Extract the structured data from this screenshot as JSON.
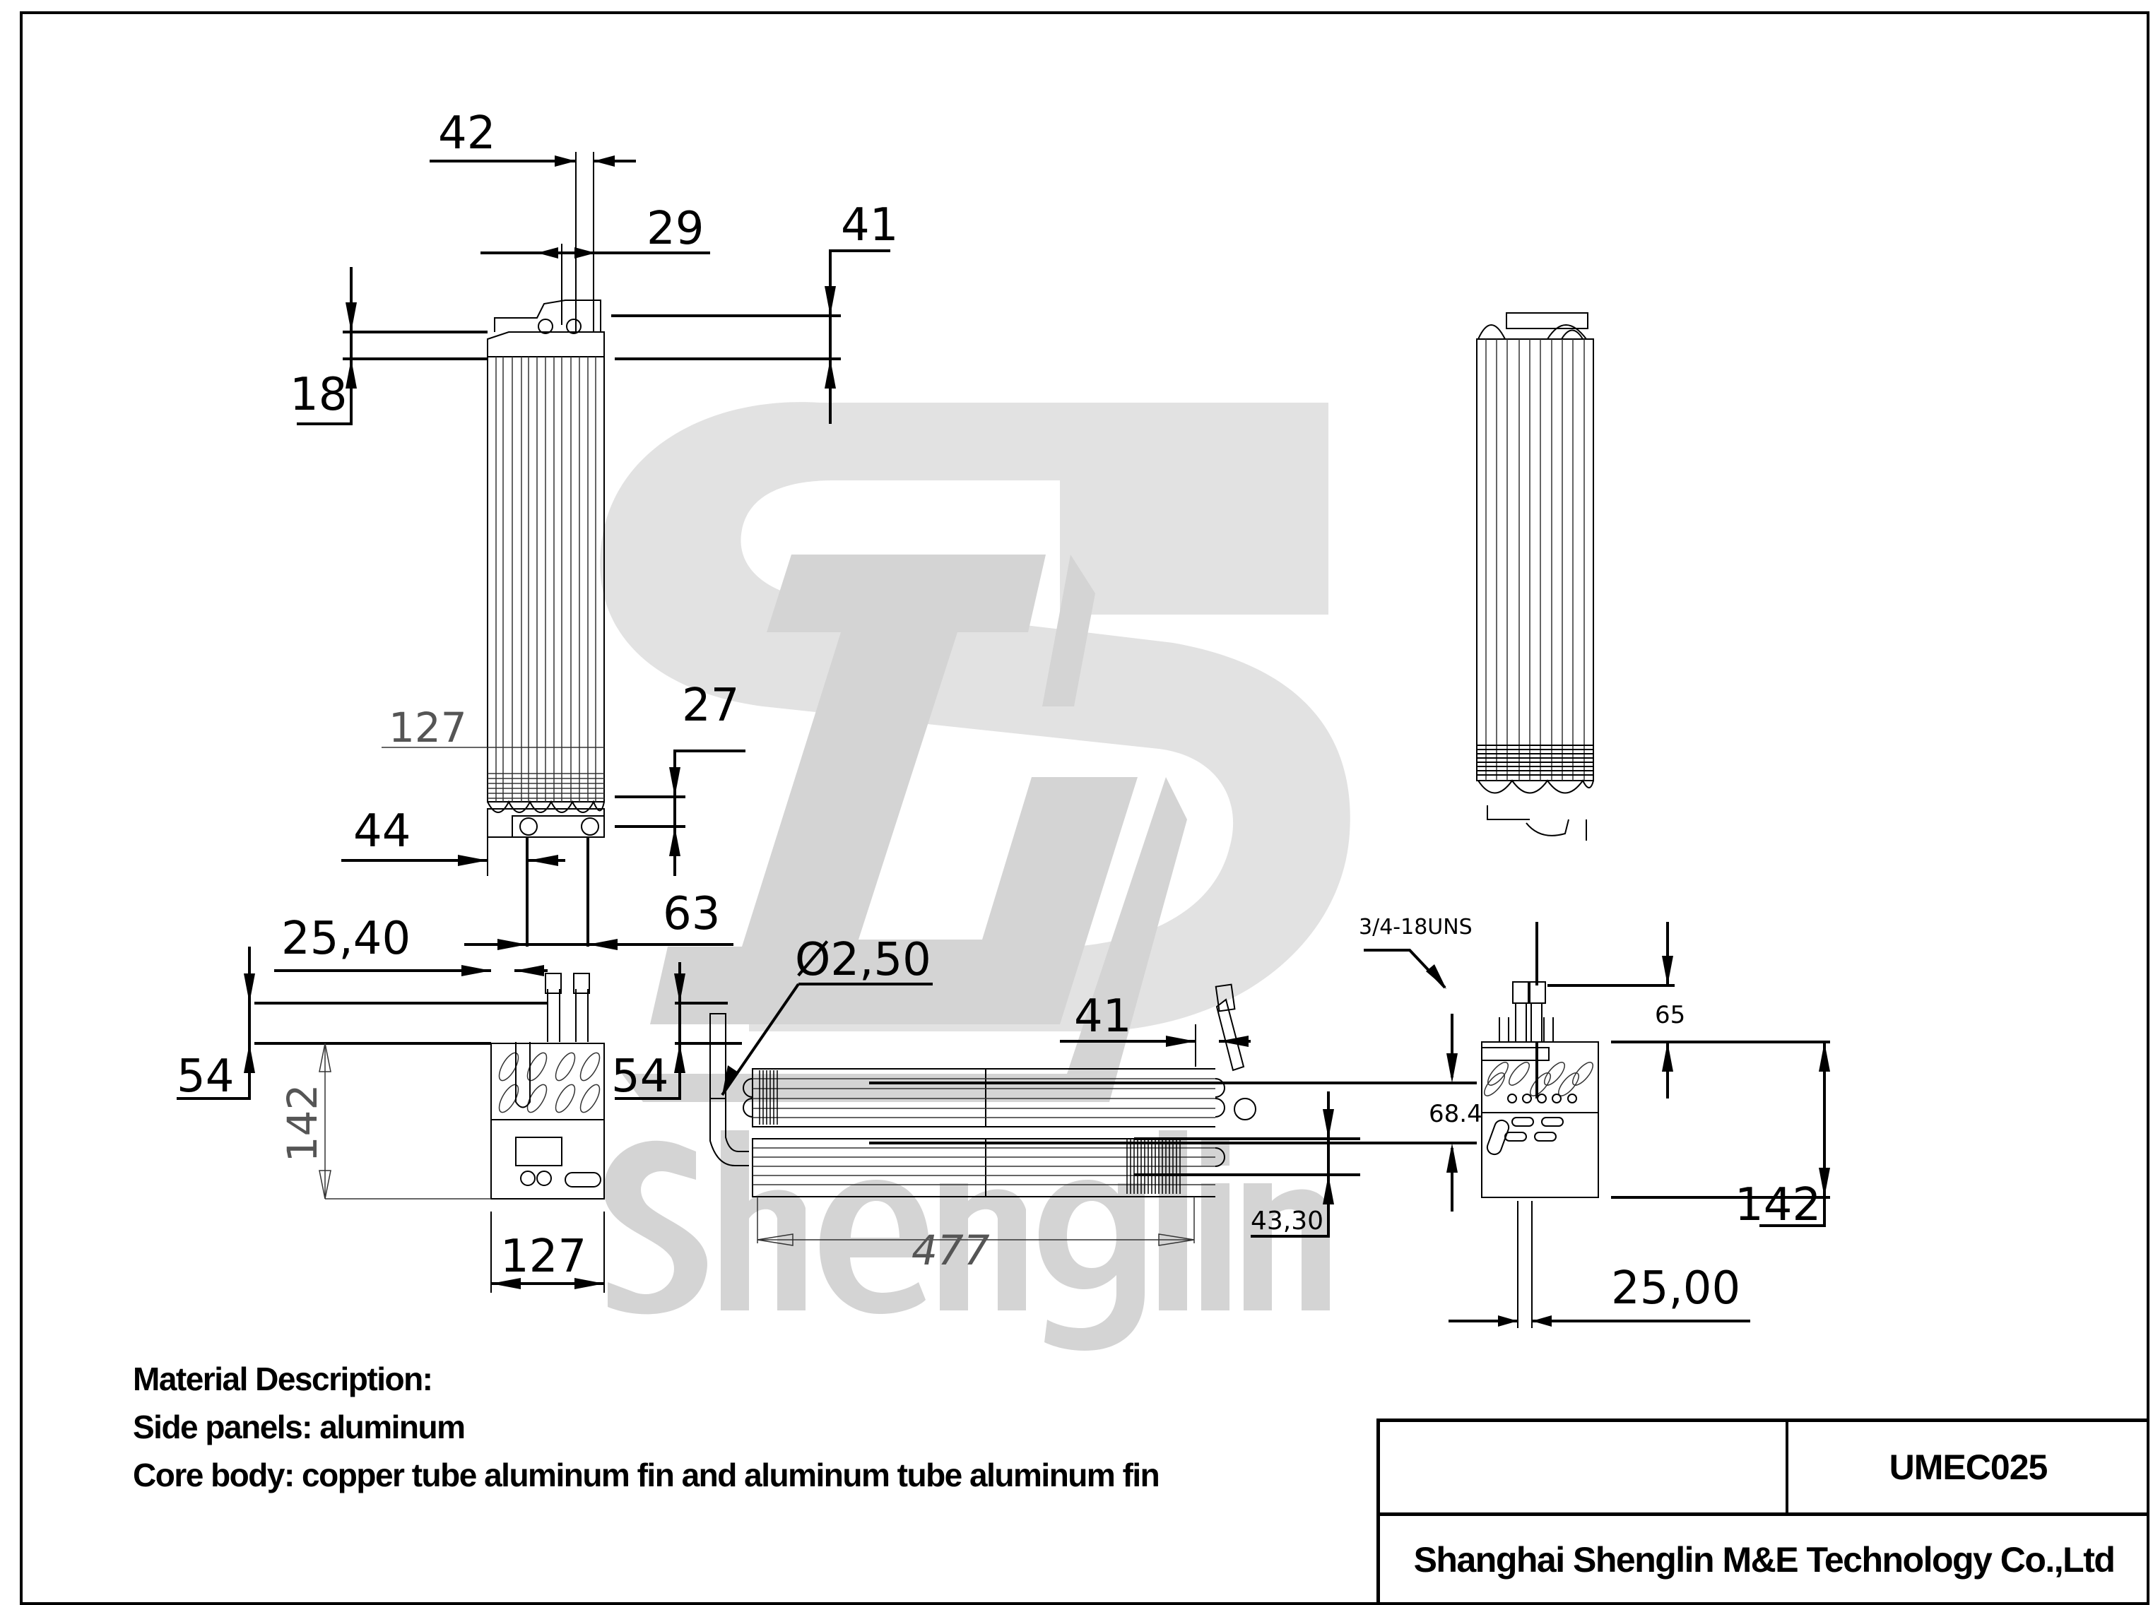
{
  "drawing": {
    "part_number": "UMEC025",
    "company": "Shanghai Shenglin M&E Technology Co.,Ltd",
    "watermark_text": "Shenglin",
    "watermark_logo": "SL",
    "colors": {
      "line": "#000000",
      "watermark": "#d4d4d4",
      "background": "#ffffff"
    }
  },
  "material": {
    "heading": "Material Description:",
    "side_panels": "Side panels: aluminum",
    "core_body": "Core body: copper tube aluminum fin and aluminum tube aluminum fin"
  },
  "dimensions": {
    "front_view": {
      "d42": "42",
      "d29": "29",
      "d41": "41",
      "d18": "18",
      "d127": "127",
      "d27": "27",
      "d44": "44",
      "d63": "63",
      "d25_40": "25,40"
    },
    "end_view_left": {
      "d54_left": "54",
      "d54_right": "54",
      "d142": "142",
      "d127": "127"
    },
    "side_view": {
      "dia2_50": "Ø2,50",
      "d41": "41",
      "d477": "477",
      "d43_30": "43,30",
      "d68_4": "68.4"
    },
    "end_view_right": {
      "thread": "3/4-18UNS",
      "d65": "65",
      "d142": "142",
      "d25_00": "25,00"
    }
  }
}
